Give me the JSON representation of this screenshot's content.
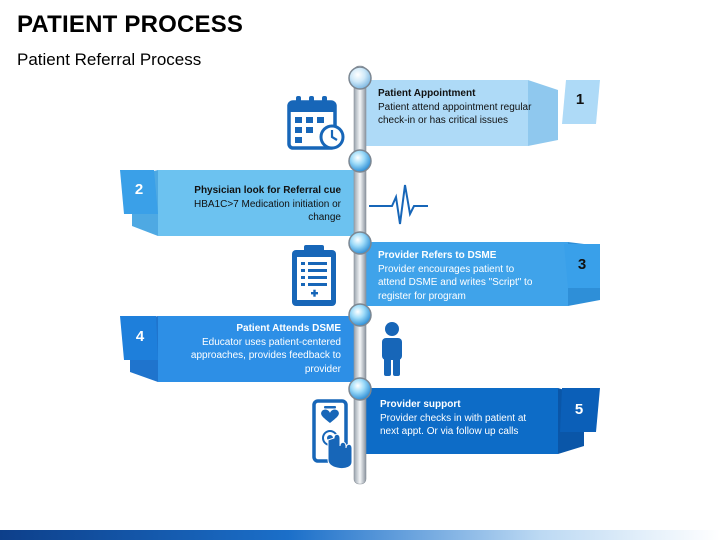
{
  "header": {
    "title": "PATIENT PROCESS",
    "subtitle": "Patient Referral Process"
  },
  "colors": {
    "step1": "#aedaf7",
    "step2": "#6cc2f0",
    "step3": "#3fa3ea",
    "step4": "#2d8fe6",
    "step5": "#0d6cc7",
    "icon": "#1766b8"
  },
  "steps": [
    {
      "number": "1",
      "title": "Patient Appointment",
      "lines": [
        "Patient attend appointment regular",
        "check-in or has critical issues"
      ],
      "icon": "calendar-clock-icon"
    },
    {
      "number": "2",
      "title": "Physician look for Referral cue",
      "lines": [
        "HBA1C>7 Medication initiation or",
        "change"
      ],
      "icon": "heartbeat-line-icon"
    },
    {
      "number": "3",
      "title": "Provider Refers to DSME",
      "lines": [
        "Provider encourages patient to",
        "attend DSME and writes \"Script\" to",
        "register for program"
      ],
      "icon": "clipboard-checklist-icon"
    },
    {
      "number": "4",
      "title": "Patient Attends DSME",
      "lines": [
        "Educator uses patient-centered",
        "approaches, provides feedback to",
        "provider"
      ],
      "icon": "person-icon"
    },
    {
      "number": "5",
      "title": "Provider support",
      "lines": [
        "Provider checks in with patient at",
        "next appt. Or via follow up calls"
      ],
      "icon": "phone-touch-heart-icon"
    }
  ]
}
